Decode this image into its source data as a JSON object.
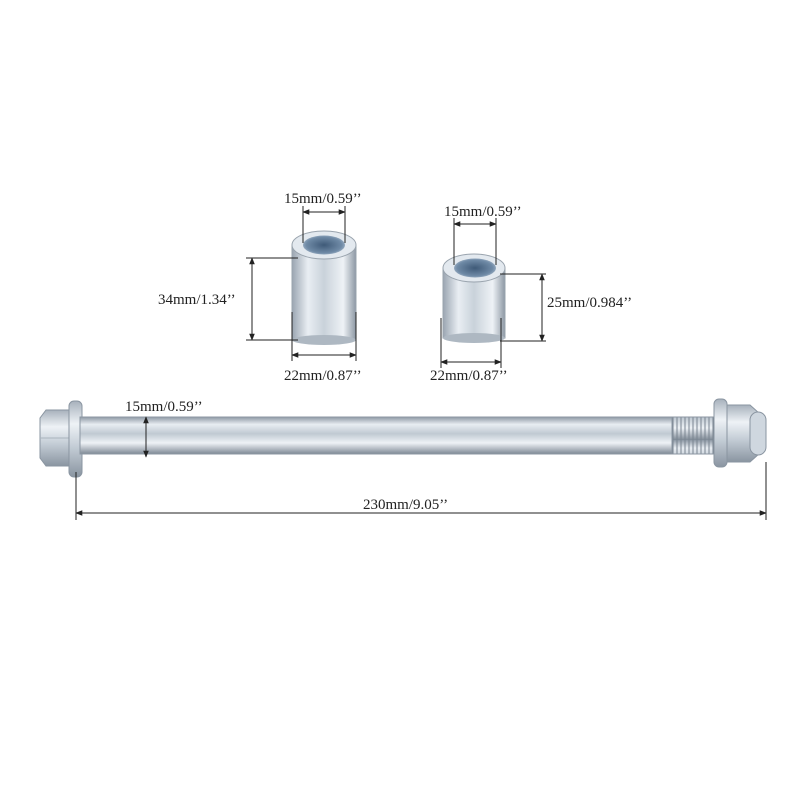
{
  "colors": {
    "background": "#ffffff",
    "metal_light": "#e6ecf2",
    "metal_mid": "#b8c2cc",
    "metal_dark": "#7d8894",
    "dimension_line": "#222222"
  },
  "spacer_long": {
    "inner_diameter_label": "15mm/0.59’’",
    "length_label": "34mm/1.34’’",
    "outer_diameter_label": "22mm/0.87’’"
  },
  "spacer_short": {
    "inner_diameter_label": "15mm/0.59’’",
    "length_label": "25mm/0.984’’",
    "outer_diameter_label": "22mm/0.87’’"
  },
  "axle": {
    "diameter_label": "15mm/0.59’’",
    "length_label": "230mm/9.05’’"
  }
}
